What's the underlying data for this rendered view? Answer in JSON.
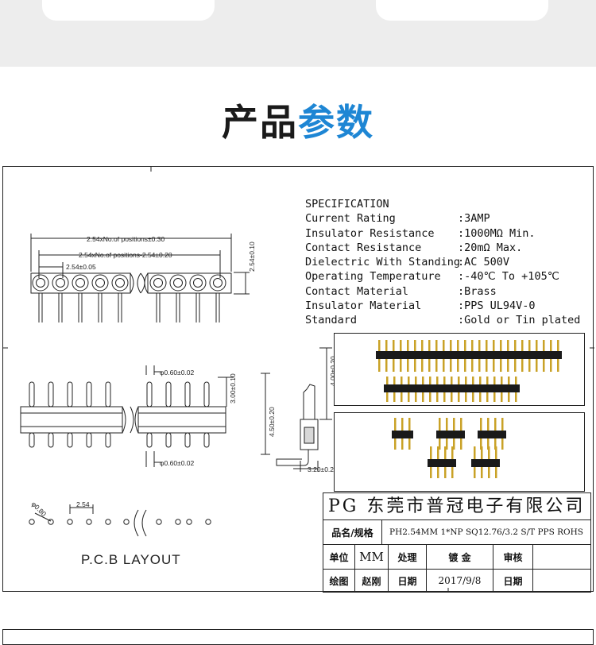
{
  "section_title": {
    "part1": "产品",
    "part2": "参数"
  },
  "spec": {
    "heading": "SPECIFICATION",
    "rows": [
      {
        "key": "Current Rating",
        "value": ":3AMP"
      },
      {
        "key": "Insulator Resistance",
        "value": ":1000MΩ Min."
      },
      {
        "key": "Contact Resistance",
        "value": ":20mΩ Max."
      },
      {
        "key": "Dielectric With Standing",
        "value": ":AC 500V"
      },
      {
        "key": "Operating Temperature",
        "value": ":-40℃ To +105℃"
      },
      {
        "key": "Contact Material",
        "value": ":Brass"
      },
      {
        "key": "Insulator Material",
        "value": ":PPS UL94V-0"
      },
      {
        "key": "Standard",
        "value": ":Gold or Tin plated"
      }
    ]
  },
  "dimensions": {
    "overall": "2.54xNo.of positions±0.30",
    "inner": "2.54xNo.of positions-2.54±0.20",
    "pitch": "2.54±0.05",
    "height_right": "2.54±0.10",
    "pin_dia_top": "φ0.60±0.02",
    "pin_dia_bottom": "φ0.60±0.02",
    "body_height": "3.00±0.10",
    "side_total": "4.50±0.20",
    "side_upper": "4.00±0.20",
    "side_bottom": "3.20±0.20",
    "pcb_hole": "φ0.80",
    "pcb_pitch": "2.54"
  },
  "pcb_label": "P.C.B LAYOUT",
  "title_block": {
    "company": "PG 东莞市普冠电子有限公司",
    "name_label": "品名/规格",
    "name_value": "PH2.54MM 1*NP SQ12.76/3.2 S/T PPS ROHS",
    "unit_label": "单位",
    "unit_value": "MM",
    "process_label": "处理",
    "process_value": "镀 金",
    "review_label": "审核",
    "drawn_label": "绘图",
    "drawn_value": "赵刚",
    "date_label": "日期",
    "date_value": "2017/9/8",
    "date_label2": "日期"
  },
  "colors": {
    "accent_blue": "#1e86d4",
    "band_gray": "#ededed",
    "line": "#222222",
    "gold": "#c9a227",
    "black_plastic": "#1a1a1a"
  }
}
